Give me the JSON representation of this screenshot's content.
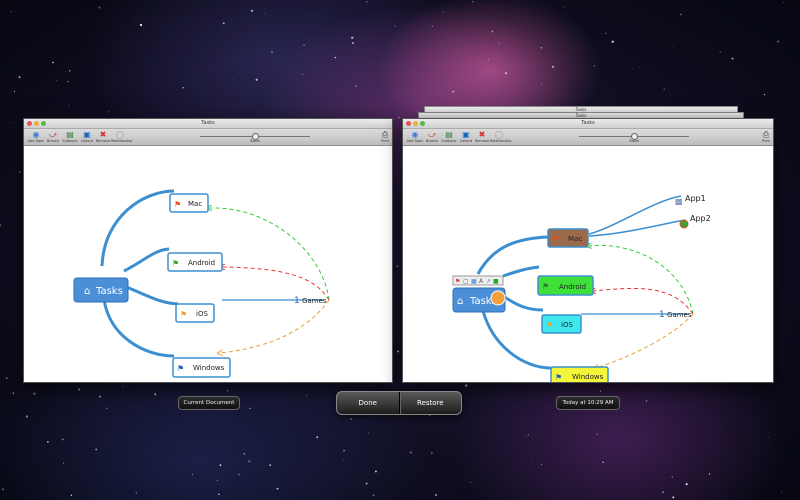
{
  "left_window": {
    "title": "Tasks",
    "toolbar": [
      "Add Topic",
      "Branch",
      "Subtopic",
      "Callout",
      "Remove",
      "Relationship"
    ],
    "zoom_label": "Zoom",
    "right_tool": "Print",
    "root": "Tasks",
    "topics": [
      "Mac",
      "Android",
      "iOS",
      "Windows"
    ],
    "floating": "Games"
  },
  "right_window": {
    "title": "Tasks",
    "stack_titles": [
      "Tasks",
      "Tasks"
    ],
    "toolbar": [
      "Add Topic",
      "Branch",
      "Subtopic",
      "Callout",
      "Remove",
      "Relationship"
    ],
    "zoom_label": "Zoom",
    "right_tool": "Print",
    "root": "Tasks",
    "topics": [
      "Mac",
      "Android",
      "iOS",
      "Windows"
    ],
    "floating": "Games",
    "subtopics": [
      "App1",
      "App2"
    ],
    "colors": {
      "mac": "#9a6a4a",
      "android": "#3fe03a",
      "ios": "#3fe8ee",
      "windows": "#f5f53a"
    }
  },
  "controls": {
    "current_doc": "Current Document",
    "done": "Done",
    "restore": "Restore",
    "timestamp": "Today at 10:29 AM"
  }
}
